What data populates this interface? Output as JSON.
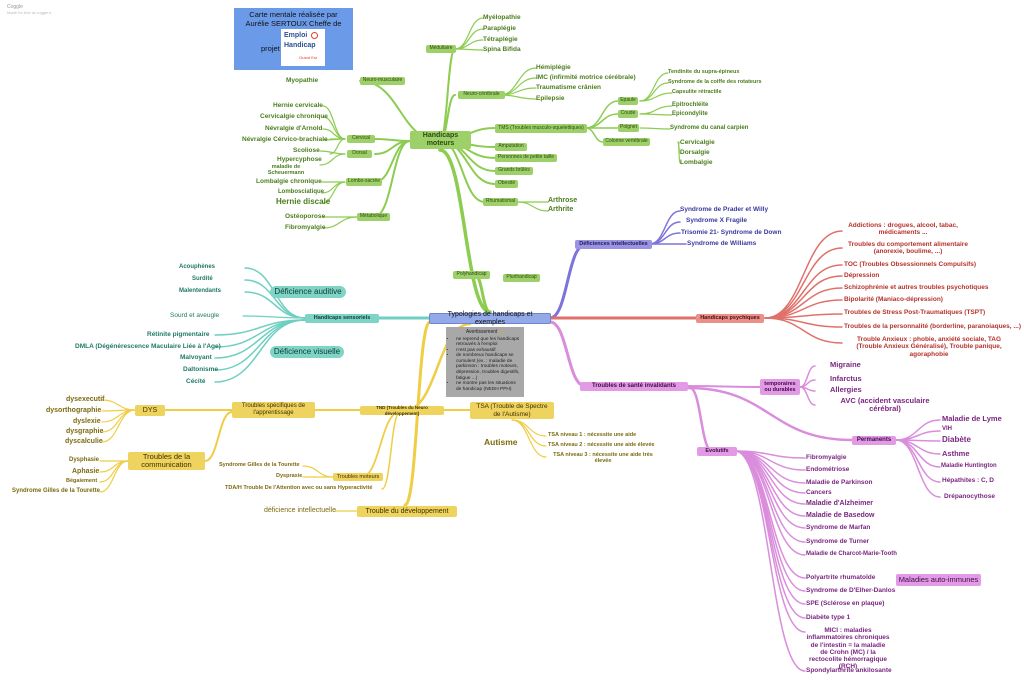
{
  "window": {
    "app_name": "Coggle",
    "subtitle": "Made for free at coggle.it"
  },
  "colors": {
    "green": "#8ccc50",
    "purple": "#d98ddc",
    "red": "#e0716a",
    "teal": "#6fcfc0",
    "yellow": "#efcd45",
    "violet": "#7c73dc",
    "center": "#93a9e8"
  },
  "header_card": {
    "line1": "Carte mentale réalisée par",
    "line2": "Aurélie SERTOUX Cheffe de",
    "line3": "projet",
    "logo_word1": "Emploi",
    "logo_word2": "Handicap",
    "logo_word3": "Grand Est",
    "logo_icon": "handicap-logo-icon"
  },
  "center": {
    "label": "Typologies de handicaps et exemples"
  },
  "moteur": {
    "label": "Handicaps moteurs",
    "medullaire": {
      "label": "Médullaire",
      "items": [
        "Myélopathie",
        "Paraplégie",
        "Tétraplégie",
        "Spina Bifida"
      ]
    },
    "neuro_musc": {
      "label": "Neuro-musculaire",
      "items": [
        "Myopathie"
      ]
    },
    "neuro_cerebral": {
      "label": "Neuro-cérébrale",
      "items": [
        "Hémiplégie",
        "IMC (infirmité motrice cérébrale)",
        "Traumatisme crânien",
        "Epilepsie"
      ]
    },
    "tms": {
      "label": "TMS (Troubles musculo-squelettiques)",
      "epaule": {
        "label": "Epaule",
        "items": [
          "Tendinite du supra-épineux",
          "Syndrome de la coiffe des rotateurs",
          "Capsulite rétractile"
        ]
      },
      "coude": {
        "label": "Coude",
        "items": [
          "Epitrochléite",
          "Epicondylite"
        ]
      },
      "poignet": {
        "label": "Poignet",
        "items": [
          "Syndrome du canal carpien"
        ]
      },
      "colonne": {
        "label": "Colonne vertébrale",
        "items": [
          "Cervicalgie",
          "Dorsalgie",
          "Lombalgie"
        ]
      }
    },
    "amputation": "Amputation",
    "petite_taille": "Personnes de petite taille",
    "grands_brules": "Grands brûlés",
    "obesite": "Obesité",
    "rhumatismal": {
      "label": "Rhumatismal",
      "items": [
        "Arthrose",
        "Arthrite"
      ]
    },
    "cervical": {
      "label": "Cervical",
      "items": [
        "Hernie cervicale",
        "Cervicalgie chronique",
        "Névralgie d'Arnold",
        "Névralgie Cérvico-brachiale"
      ]
    },
    "dorsal": {
      "label": "Dorsal",
      "items": [
        "Scoliose",
        "Hypercyphose",
        "maladie de Scheuermann"
      ]
    },
    "lombo_sacree": {
      "label": "Lombo-sacrée",
      "items": [
        "Lombalgie chronique",
        "Lombosciatique",
        "Hernie discale"
      ]
    },
    "metabolique": {
      "label": "Métabolique",
      "items": [
        "Ostéoporose",
        "Fibromyalgie"
      ]
    }
  },
  "polyhandicap": {
    "label": "Polyhandicap",
    "child": "Plurihandicap"
  },
  "intellectuelles": {
    "label": "Déficiences intellectuelles",
    "items": [
      "Syndrome de Prader et Willy",
      "Syndrome X Fragile",
      "Trisomie 21- Syndrome de Down",
      "Syndrome de Williams"
    ]
  },
  "psychiques": {
    "label": "Handicaps psychiques",
    "items": [
      "Addictions : drogues, alcool, tabac, médicaments ...",
      "Troubles du comportement alimentaire (anorexie, boulime, ...)",
      "TOC (Troubles Obsessionnels Compulsifs)",
      "Dépression",
      "Schizophrénie et autres troubles psychotiques",
      "Bipolarité (Maniaco-dépression)",
      "Troubles de Stress Post-Traumatiques (TSPT)",
      "Troubles de la personnalité (borderline, paranoiaques, ...)",
      "Trouble Anxieux : phobie, anxiété sociale, TAG (Trouble Anxieux Généralisé), Trouble panique, agoraphobie"
    ]
  },
  "sensoriels": {
    "label": "Handicaps sensoriels",
    "auditive": {
      "label": "Déficience auditive",
      "items": [
        "Acouphènes",
        "Surdité",
        "Malentendants"
      ]
    },
    "sourd_aveugle": "Sourd et aveugle",
    "visuelle": {
      "label": "Déficience visuelle",
      "items": [
        "Rétinite pigmentaire",
        "DMLA (Dégénérescence Maculaire Liée à l'Age)",
        "Malvoyant",
        "Daltonisme",
        "Cécité"
      ]
    }
  },
  "invalidants": {
    "label": "Troubles de santé invalidants",
    "temporaires": {
      "label": "temporaires ou durables",
      "items": [
        "Migraine",
        "Infarctus",
        "Allergies",
        "AVC (accident vasculaire cérébral)"
      ]
    },
    "permanents": {
      "label": "Permanents",
      "items": [
        "Maladie de Lyme",
        "VIH",
        "Diabète",
        "Asthme",
        "Maladie Huntington",
        "Hépathites : C, D",
        "Drépanocythose"
      ]
    },
    "evolutifs": {
      "label": "Evolutifs",
      "items": [
        "Fibromyalgie",
        "Endométriose",
        "Maladie de Parkinson",
        "Cancers",
        "Maladie d'Alzheimer",
        "Maladie de Basedow",
        "Syndrome de Marfan",
        "Syndrome de Turner",
        "Maladie de Charcot-Marie-Tooth"
      ],
      "auto_immunes_label": "Maladies auto-immunes",
      "auto_immunes": [
        "Polyartrite rhumatoïde",
        "Syndrome de D'Elher-Danlos",
        "SPE (Sclérose en plaque)",
        "Diabète type 1",
        "MICI : maladies inflammatoires chroniques de l'intestin = la maladie de Crohn (MC) / la rectocolite hémorragique (RCH)",
        "Spondylarthrite ankilosante"
      ]
    }
  },
  "tnd": {
    "label": "TND (Troubles du Neuro développement)",
    "apprentissage": {
      "label": "Troubles spécifiques de l'apprentissage",
      "dys_label": "DYS",
      "dys": [
        "dysexecutif",
        "dysorthographie",
        "dyslexie",
        "dysgraphie",
        "dyscalculie"
      ]
    },
    "communication": {
      "label": "Troubles de la communication",
      "items": [
        "Dysphasie",
        "Aphasie",
        "Bégaiement",
        "Syndrome Gilles de la Tourette"
      ]
    },
    "moteurs": {
      "label": "Troubles moteurs",
      "items": [
        "Syndrome Gilles de la Tourette",
        "Dyspraxie"
      ]
    },
    "tdah": "TDA/H Trouble De l'Attention avec ou sans Hyperactivité",
    "developpement": {
      "label": "Trouble du développement",
      "item": "déficience intellectuelle"
    },
    "tsa": {
      "label": "TSA (Trouble de Spectre de l'Autisme)",
      "autisme": "Autisme",
      "items": [
        "TSA niveau 1 : nécessite une aide",
        "TSA niveau 2 : nécessite une aide élevée",
        "TSA niveau 3 : nécessite une aide très élevée"
      ]
    }
  },
  "note": {
    "title": "Avertissement",
    "title_icon": "warning-icon",
    "bullets": [
      "ne reprend que les handicaps retrouvés à l'emploi",
      "n'est pas exhaustif",
      "de nombreux handicaps se cumulent (ex. : maladie de parkinson : troubles moteurs, dépression, troubles digestifs, fatigue ...)",
      "ne montre pas les situations de handicap (NEDH PPH)"
    ]
  }
}
